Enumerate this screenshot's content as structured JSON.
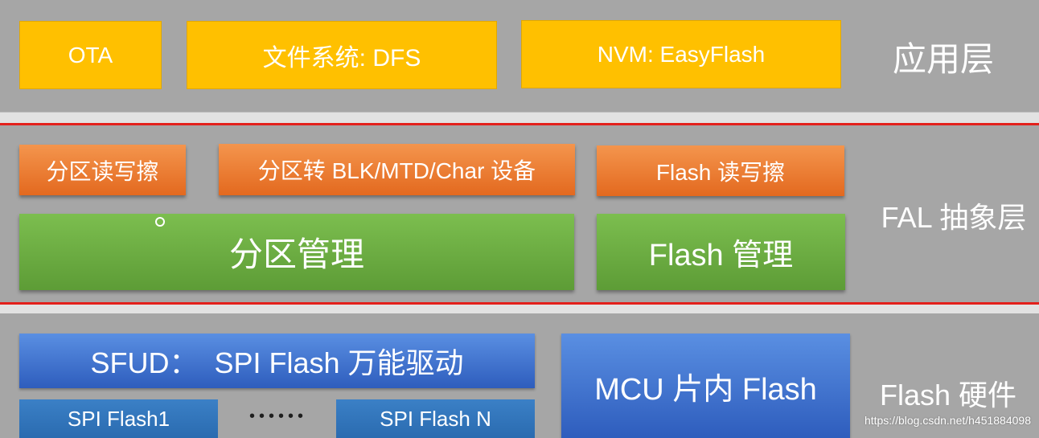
{
  "layers": {
    "app": {
      "label": "应用层",
      "boxes": [
        "OTA",
        "文件系统: DFS",
        "NVM: EasyFlash"
      ]
    },
    "fal": {
      "label": "FAL 抽象层",
      "ops": [
        "分区读写擦",
        "分区转 BLK/MTD/Char 设备",
        "Flash 读写擦"
      ],
      "managers": [
        "分区管理",
        "Flash 管理"
      ]
    },
    "hardware": {
      "label": "Flash 硬件",
      "sfud": "SFUD：  SPI Flash 万能驱动",
      "spi_flash_1": "SPI Flash1",
      "ellipsis": "••••••",
      "spi_flash_n": "SPI Flash N",
      "mcu_flash": "MCU 片内 Flash"
    }
  },
  "watermark": "https://blog.csdn.net/h451884098",
  "colors": {
    "background": "#a6a6a6",
    "app_box": "#ffc000",
    "fal_op_box": "#ed7d31",
    "fal_manager_box": "#70ad47",
    "hardware_box": "#4472c4",
    "layer_border": "#e3201b"
  },
  "icons": [
    "circle-icon"
  ]
}
